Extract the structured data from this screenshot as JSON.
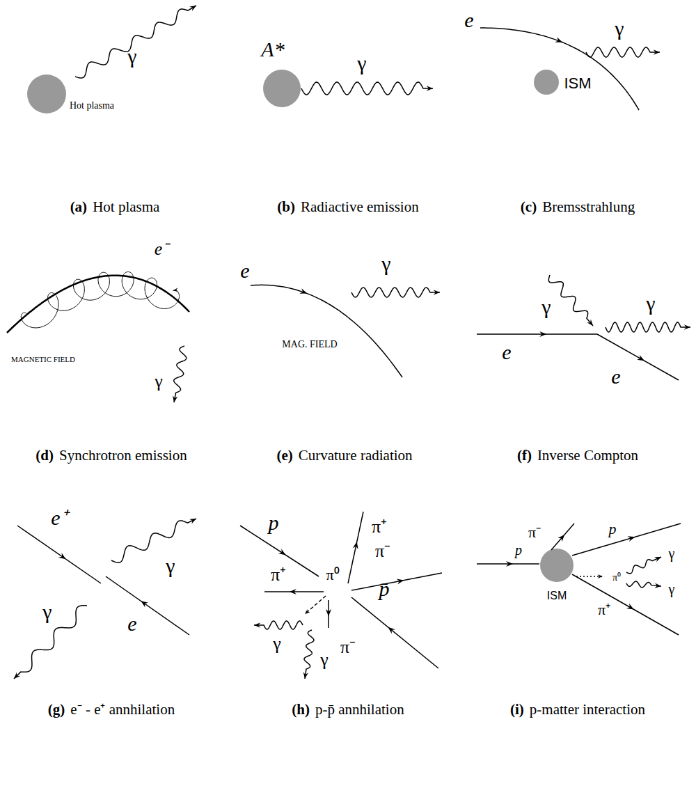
{
  "diagram": {
    "labels": [
      "γ",
      "Hot plasma",
      "(a)",
      "Hot plasma",
      "A*",
      "γ",
      "(b)",
      "Radiactive emission",
      "e",
      "γ",
      "ISM",
      "(c)",
      "Bremsstrahlung",
      "e⁻",
      "γ",
      "MAGNETIC FIELD",
      "(d)",
      "Synchrotron emission",
      "e",
      "γ",
      "MAG. FIELD",
      "(e)",
      "Curvature radiation",
      "γ",
      "γ",
      "e",
      "e",
      "(f)",
      "Inverse Compton",
      "e⁺",
      "γ",
      "γ",
      "e",
      "(g)",
      "e⁻ - e⁺ annhilation",
      "p",
      "π⁺",
      "π⁻",
      "π⁺",
      "π⁰",
      "γ",
      "γ",
      "π⁻",
      "p̄",
      "(h)",
      "p-p̄ annhilation",
      "p",
      "π⁻",
      "p",
      "γ",
      "γ",
      "ISM",
      "π⁰",
      "π⁺",
      "(i)",
      "p-matter interaction"
    ]
  }
}
